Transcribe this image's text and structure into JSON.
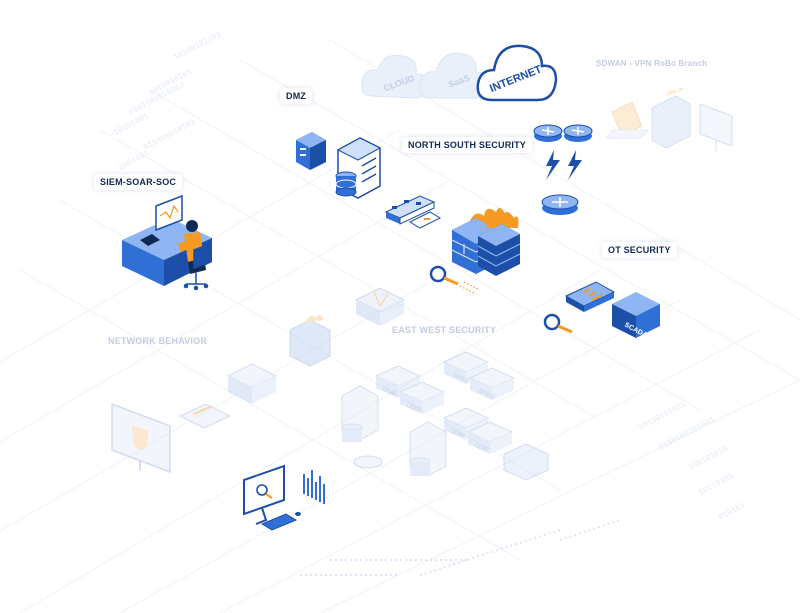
{
  "clouds": {
    "cloud": "CLOUD",
    "saas": "SaaS",
    "internet": "INTERNET"
  },
  "labels": {
    "dmz": "DMZ",
    "siem": "SIEM-SOAR-SOC",
    "north_south": "NORTH SOUTH SECURITY",
    "sdwan": "SDWAN - VPN RoBo Branch",
    "ot_security": "OT SECURITY",
    "east_west": "EAST WEST SECURITY",
    "network_behavior": "NETWORK BEHAVIOR"
  },
  "devices": {
    "scada": "SCADA",
    "leaf": "LEAF",
    "spine": "SPINE"
  },
  "colors": {
    "primary": "#2f6fd6",
    "dark": "#0f2a55",
    "accent": "#f59a23",
    "faint": "#dbe5f5",
    "grid": "#e8eef7"
  }
}
